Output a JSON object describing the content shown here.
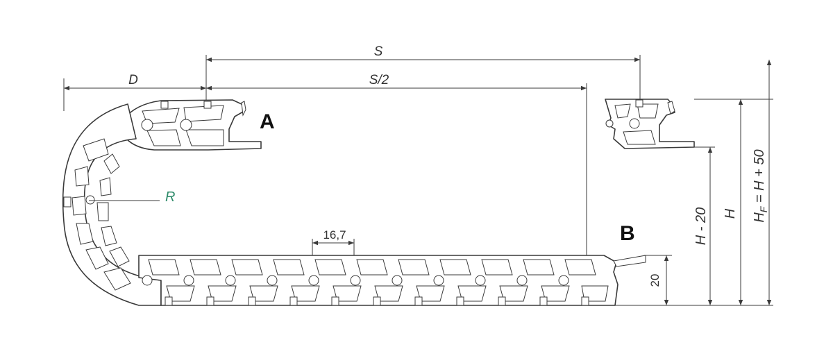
{
  "labels": {
    "S": "S",
    "S_half": "S/2",
    "D": "D",
    "A": "A",
    "B": "B",
    "R": "R",
    "pitch": "16,7",
    "height_20": "20",
    "H_minus_20": "H - 20",
    "H": "H",
    "HF_prefix": "H",
    "HF_sub": "F",
    "HF_suffix": " = H + 50"
  },
  "colors": {
    "line": "#3a3a3a",
    "radius_label": "#2e8b6a"
  }
}
